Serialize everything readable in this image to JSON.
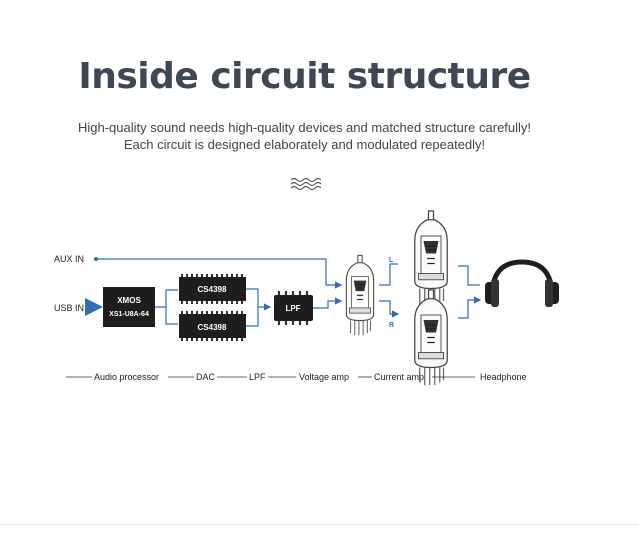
{
  "title": "Inside circuit structure",
  "subtitle_line1": "High-quality sound needs high-quality devices and matched structure carefully!",
  "subtitle_line2": "Each circuit is designed elaborately and modulated repeatedly!",
  "inputs": {
    "aux": "AUX IN",
    "usb": "USB IN"
  },
  "chips": {
    "processor_line1": "XMOS",
    "processor_line2": "XS1-U8A-64",
    "dac_top": "CS4398",
    "dac_bottom": "CS4398",
    "lpf": "LPF"
  },
  "channels": {
    "left": "L",
    "right": "R"
  },
  "stages": [
    "Audio processor",
    "DAC",
    "LPF",
    "Voltage amp",
    "Current amp",
    "Headphone"
  ],
  "colors": {
    "title": "#3f4654",
    "signal": "#2f6db5",
    "chip": "#1e1e1e"
  },
  "icons": [
    "wave-divider-icon",
    "vacuum-tube-icon",
    "headphone-icon"
  ]
}
